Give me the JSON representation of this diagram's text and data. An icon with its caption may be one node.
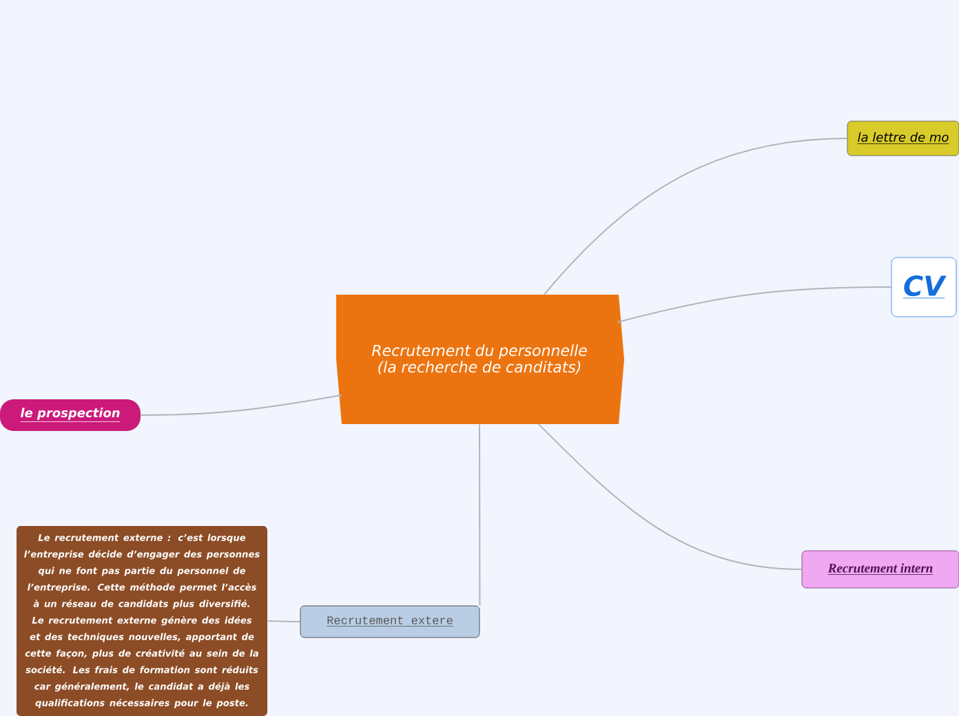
{
  "diagram": {
    "nodes": [
      {
        "text": [
          "Recrutement du personnelle (la recherche de canditats)"
        ]
      },
      {
        "text": [
          "la lettre de mo"
        ]
      },
      {
        "text": [
          "CV"
        ]
      },
      {
        "text": [
          "Recrutement intern"
        ]
      },
      {
        "text": [
          "Recrutement extere"
        ]
      },
      {
        "text": [
          "Le recrutement externe : c’est lorsque l’entreprise décide d’engager des personnes qui ne font pas partie du personnel de l’entreprise. Cette méthode permet l’accès à un réseau de candidats plus diversifié. Le recrutement externe génère des idées et des techniques nouvelles, apportant de cette façon, plus de créativité au sein de la société. Les frais de formation sont réduits car généralement, le candidat a déjà les qualifications nécessaires pour le poste."
        ]
      },
      {
        "text": [
          "le prospection"
        ]
      }
    ],
    "edges": [
      {
        "from": 0,
        "to": 1,
        "arrow": "none"
      },
      {
        "from": 0,
        "to": 2,
        "arrow": "none"
      },
      {
        "from": 0,
        "to": 3,
        "arrow": "none"
      },
      {
        "from": 0,
        "to": 4,
        "arrow": "none"
      },
      {
        "from": 0,
        "to": 6,
        "arrow": "none"
      },
      {
        "from": 4,
        "to": 5,
        "arrow": "none"
      }
    ]
  }
}
